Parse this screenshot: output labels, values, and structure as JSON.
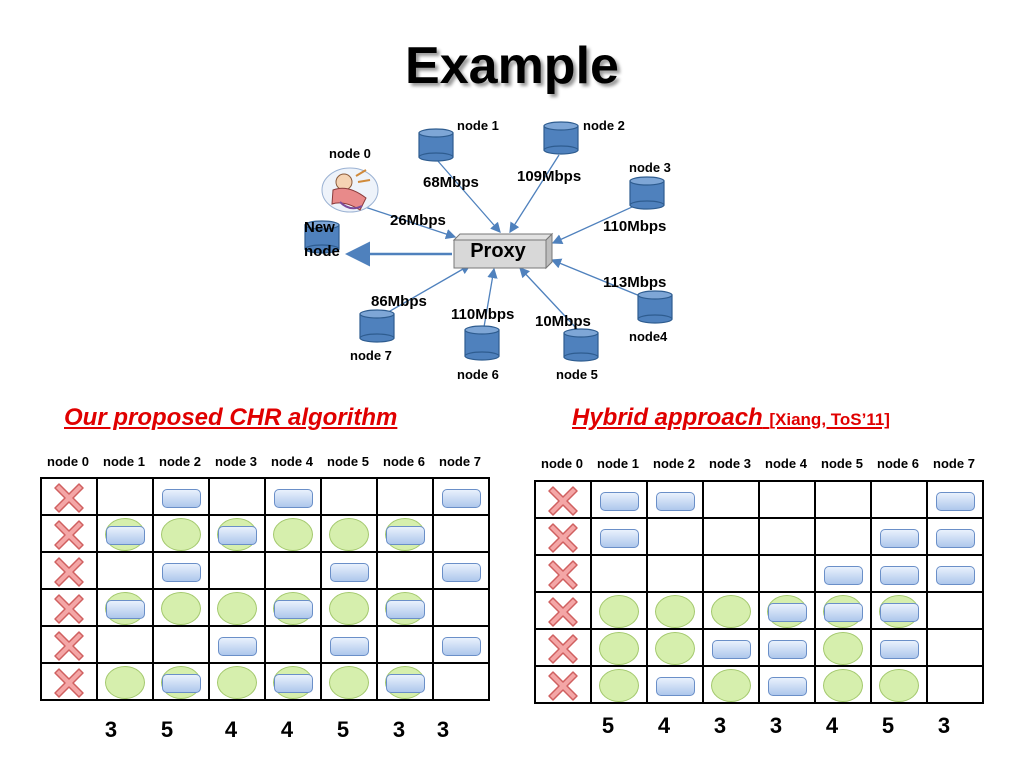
{
  "title": "Example",
  "network": {
    "nodes": {
      "node0": "node 0",
      "node1": "node 1",
      "node2": "node 2",
      "node3": "node 3",
      "node4": "node4",
      "node5": "node 5",
      "node6": "node 6",
      "node7": "node 7",
      "new_node_line1": "New",
      "new_node_line2": "node"
    },
    "proxy": "Proxy",
    "bandwidths": {
      "node0": "26Mbps",
      "node1": "68Mbps",
      "node2": "109Mbps",
      "node3": "110Mbps",
      "node4": "113Mbps",
      "node5": "10Mbps",
      "node6": "110Mbps",
      "node7": "86Mbps"
    }
  },
  "left_panel": {
    "heading": "Our proposed CHR algorithm ",
    "columns": [
      "node 0",
      "node 1",
      "node 2",
      "node 3",
      "node 4",
      "node 5",
      "node 6",
      "node 7"
    ],
    "rows": [
      [
        "x",
        "",
        "r",
        "",
        "r",
        "",
        "",
        "r"
      ],
      [
        "x",
        "cr",
        "c",
        "cr",
        "c",
        "c",
        "cr",
        ""
      ],
      [
        "x",
        "",
        "r",
        "",
        "",
        "r",
        "",
        "r"
      ],
      [
        "x",
        "cr",
        "c",
        "c",
        "cr",
        "c",
        "cr",
        ""
      ],
      [
        "x",
        "",
        "",
        "r",
        "",
        "r",
        "",
        "r"
      ],
      [
        "x",
        "c",
        "cr",
        "c",
        "cr",
        "c",
        "cr",
        ""
      ]
    ],
    "counts": [
      "3",
      "5",
      "4",
      "4",
      "5",
      "3",
      "3"
    ]
  },
  "right_panel": {
    "heading": "Hybrid approach",
    "citation": "[Xiang, ToS’11]",
    "columns": [
      "node 0",
      "node 1",
      "node 2",
      "node 3",
      "node 4",
      "node 5",
      "node 6",
      "node 7"
    ],
    "rows": [
      [
        "x",
        "r",
        "r",
        "",
        "",
        "",
        "",
        "r"
      ],
      [
        "x",
        "r",
        "",
        "",
        "",
        "",
        "r",
        "r"
      ],
      [
        "x",
        "",
        "",
        "",
        "",
        "r",
        "r",
        "r"
      ],
      [
        "x",
        "c",
        "c",
        "c",
        "cr",
        "cr",
        "cr",
        ""
      ],
      [
        "x",
        "c",
        "c",
        "r",
        "r",
        "c",
        "r",
        ""
      ],
      [
        "x",
        "c",
        "r",
        "c",
        "r",
        "c",
        "c",
        ""
      ]
    ],
    "counts": [
      "5",
      "4",
      "3",
      "3",
      "4",
      "5",
      "3"
    ]
  },
  "colors": {
    "cylinder": "#4f81bd",
    "edge": "#4f81bd",
    "heading_red": "#e00000",
    "circle_fill": "#d6efad",
    "rect_fill": "#c9dbf5",
    "x_mark": "#f4a6a6"
  },
  "icons": {
    "node": "database-cylinder-icon",
    "new_user": "person-cartoon-icon",
    "failure": "x-mark-icon"
  }
}
